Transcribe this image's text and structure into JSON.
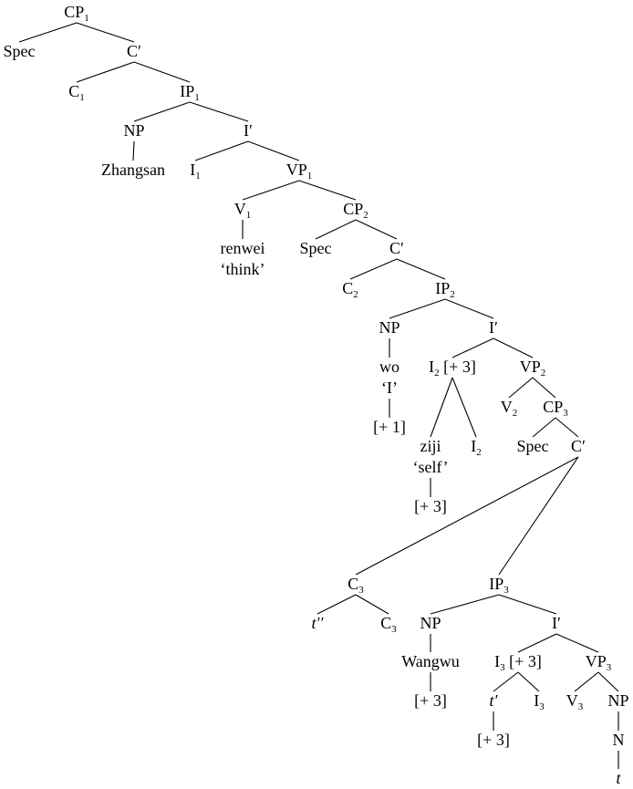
{
  "nodes": [
    {
      "id": "cp1",
      "label": "CP",
      "sub": "1"
    },
    {
      "id": "spec1",
      "label": "Spec"
    },
    {
      "id": "cbar1",
      "label": "C′"
    },
    {
      "id": "c1",
      "label": "C",
      "sub": "1"
    },
    {
      "id": "ip1",
      "label": "IP",
      "sub": "1"
    },
    {
      "id": "np1",
      "label": "NP"
    },
    {
      "id": "ibar1",
      "label": "I′"
    },
    {
      "id": "zhangsan",
      "label": "Zhangsan"
    },
    {
      "id": "i1",
      "label": "I",
      "sub": "1"
    },
    {
      "id": "vp1",
      "label": "VP",
      "sub": "1"
    },
    {
      "id": "v1",
      "label": "V",
      "sub": "1"
    },
    {
      "id": "cp2",
      "label": "CP",
      "sub": "2"
    },
    {
      "id": "renwei",
      "label": "renwei"
    },
    {
      "id": "think",
      "label": "‘think’"
    },
    {
      "id": "spec2",
      "label": "Spec"
    },
    {
      "id": "cbar2",
      "label": "C′"
    },
    {
      "id": "c2",
      "label": "C",
      "sub": "2"
    },
    {
      "id": "ip2",
      "label": "IP",
      "sub": "2"
    },
    {
      "id": "np2",
      "label": "NP"
    },
    {
      "id": "ibar2",
      "label": "I′"
    },
    {
      "id": "wo",
      "label": "wo"
    },
    {
      "id": "wo_gloss",
      "label": "‘I’"
    },
    {
      "id": "feat_p1",
      "label": "[+ 1]"
    },
    {
      "id": "i2f",
      "label": "I",
      "sub": "2",
      "suffix": " [+ 3]"
    },
    {
      "id": "vp2",
      "label": "VP",
      "sub": "2"
    },
    {
      "id": "ziji",
      "label": "ziji"
    },
    {
      "id": "self",
      "label": "‘self’"
    },
    {
      "id": "feat_p3a",
      "label": "[+ 3]"
    },
    {
      "id": "i2",
      "label": "I",
      "sub": "2"
    },
    {
      "id": "v2",
      "label": "V",
      "sub": "2"
    },
    {
      "id": "cp3",
      "label": "CP",
      "sub": "3"
    },
    {
      "id": "spec3",
      "label": "Spec"
    },
    {
      "id": "cbar3",
      "label": "C′"
    },
    {
      "id": "c3",
      "label": "C",
      "sub": "3"
    },
    {
      "id": "ip3",
      "label": "IP",
      "sub": "3"
    },
    {
      "id": "tdd",
      "label": "t′′",
      "italic": true
    },
    {
      "id": "c3b",
      "label": "C",
      "sub": "3"
    },
    {
      "id": "np3",
      "label": "NP"
    },
    {
      "id": "ibar3",
      "label": "I′"
    },
    {
      "id": "wangwu",
      "label": "Wangwu"
    },
    {
      "id": "feat_p3b",
      "label": "[+ 3]"
    },
    {
      "id": "i3f",
      "label": "I",
      "sub": "3",
      "suffix": " [+ 3]"
    },
    {
      "id": "vp3",
      "label": "VP",
      "sub": "3"
    },
    {
      "id": "td",
      "label": "t′",
      "italic": true
    },
    {
      "id": "i3",
      "label": "I",
      "sub": "3"
    },
    {
      "id": "feat_p3c",
      "label": "[+ 3]"
    },
    {
      "id": "v3",
      "label": "V",
      "sub": "3"
    },
    {
      "id": "np4",
      "label": "NP"
    },
    {
      "id": "n",
      "label": "N"
    },
    {
      "id": "t",
      "label": "t",
      "italic": true
    }
  ],
  "edges": [
    [
      "cp1",
      "spec1"
    ],
    [
      "cp1",
      "cbar1"
    ],
    [
      "cbar1",
      "c1"
    ],
    [
      "cbar1",
      "ip1"
    ],
    [
      "ip1",
      "np1"
    ],
    [
      "ip1",
      "ibar1"
    ],
    [
      "np1",
      "zhangsan"
    ],
    [
      "ibar1",
      "i1"
    ],
    [
      "ibar1",
      "vp1"
    ],
    [
      "vp1",
      "v1"
    ],
    [
      "vp1",
      "cp2"
    ],
    [
      "v1",
      "renwei"
    ],
    [
      "cp2",
      "spec2"
    ],
    [
      "cp2",
      "cbar2"
    ],
    [
      "cbar2",
      "c2"
    ],
    [
      "cbar2",
      "ip2"
    ],
    [
      "ip2",
      "np2"
    ],
    [
      "ip2",
      "ibar2"
    ],
    [
      "np2",
      "wo"
    ],
    [
      "wo_gloss",
      "feat_p1"
    ],
    [
      "ibar2",
      "i2f"
    ],
    [
      "ibar2",
      "vp2"
    ],
    [
      "i2f",
      "ziji"
    ],
    [
      "i2f",
      "i2"
    ],
    [
      "self",
      "feat_p3a"
    ],
    [
      "vp2",
      "v2"
    ],
    [
      "vp2",
      "cp3"
    ],
    [
      "cp3",
      "spec3"
    ],
    [
      "cp3",
      "cbar3"
    ],
    [
      "cbar3",
      "c3"
    ],
    [
      "cbar3",
      "ip3"
    ],
    [
      "c3",
      "tdd"
    ],
    [
      "c3",
      "c3b"
    ],
    [
      "ip3",
      "np3"
    ],
    [
      "ip3",
      "ibar3"
    ],
    [
      "np3",
      "wangwu"
    ],
    [
      "wangwu",
      "feat_p3b"
    ],
    [
      "ibar3",
      "i3f"
    ],
    [
      "ibar3",
      "vp3"
    ],
    [
      "i3f",
      "td"
    ],
    [
      "i3f",
      "i3"
    ],
    [
      "td",
      "feat_p3c"
    ],
    [
      "vp3",
      "v3"
    ],
    [
      "vp3",
      "np4"
    ],
    [
      "np4",
      "n"
    ],
    [
      "n",
      "t"
    ]
  ]
}
